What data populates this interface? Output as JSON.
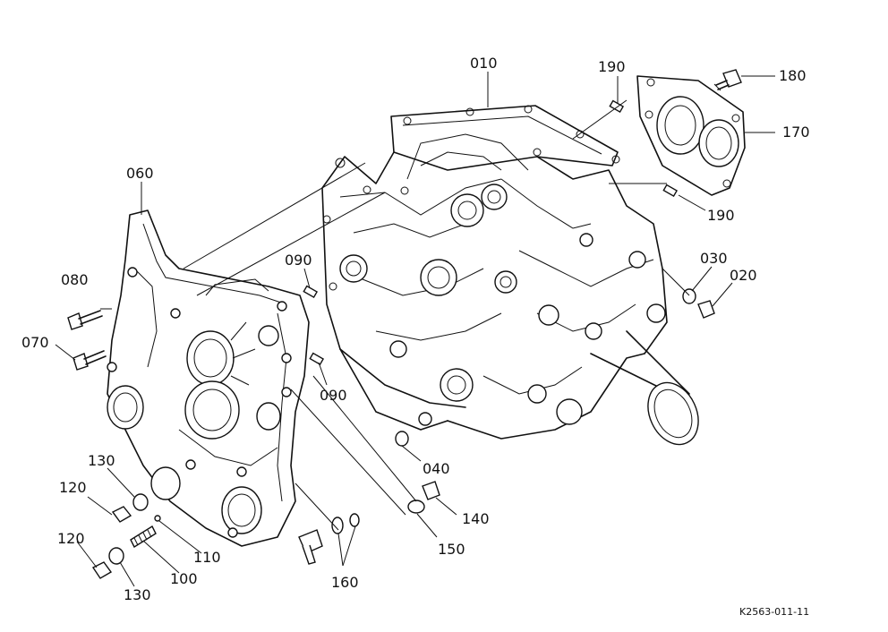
{
  "diagram": {
    "drawing_code": "K2563-011-11",
    "callouts": {
      "c010": "010",
      "c190a": "190",
      "c180": "180",
      "c170": "170",
      "c190b": "190",
      "c060": "060",
      "c090a": "090",
      "c080": "080",
      "c070": "070",
      "c090b": "090",
      "c030": "030",
      "c020": "020",
      "c040": "040",
      "c130a": "130",
      "c120a": "120",
      "c140": "140",
      "c110": "110",
      "c150": "150",
      "c120b": "120",
      "c100": "100",
      "c130b": "130",
      "c160": "160"
    }
  }
}
